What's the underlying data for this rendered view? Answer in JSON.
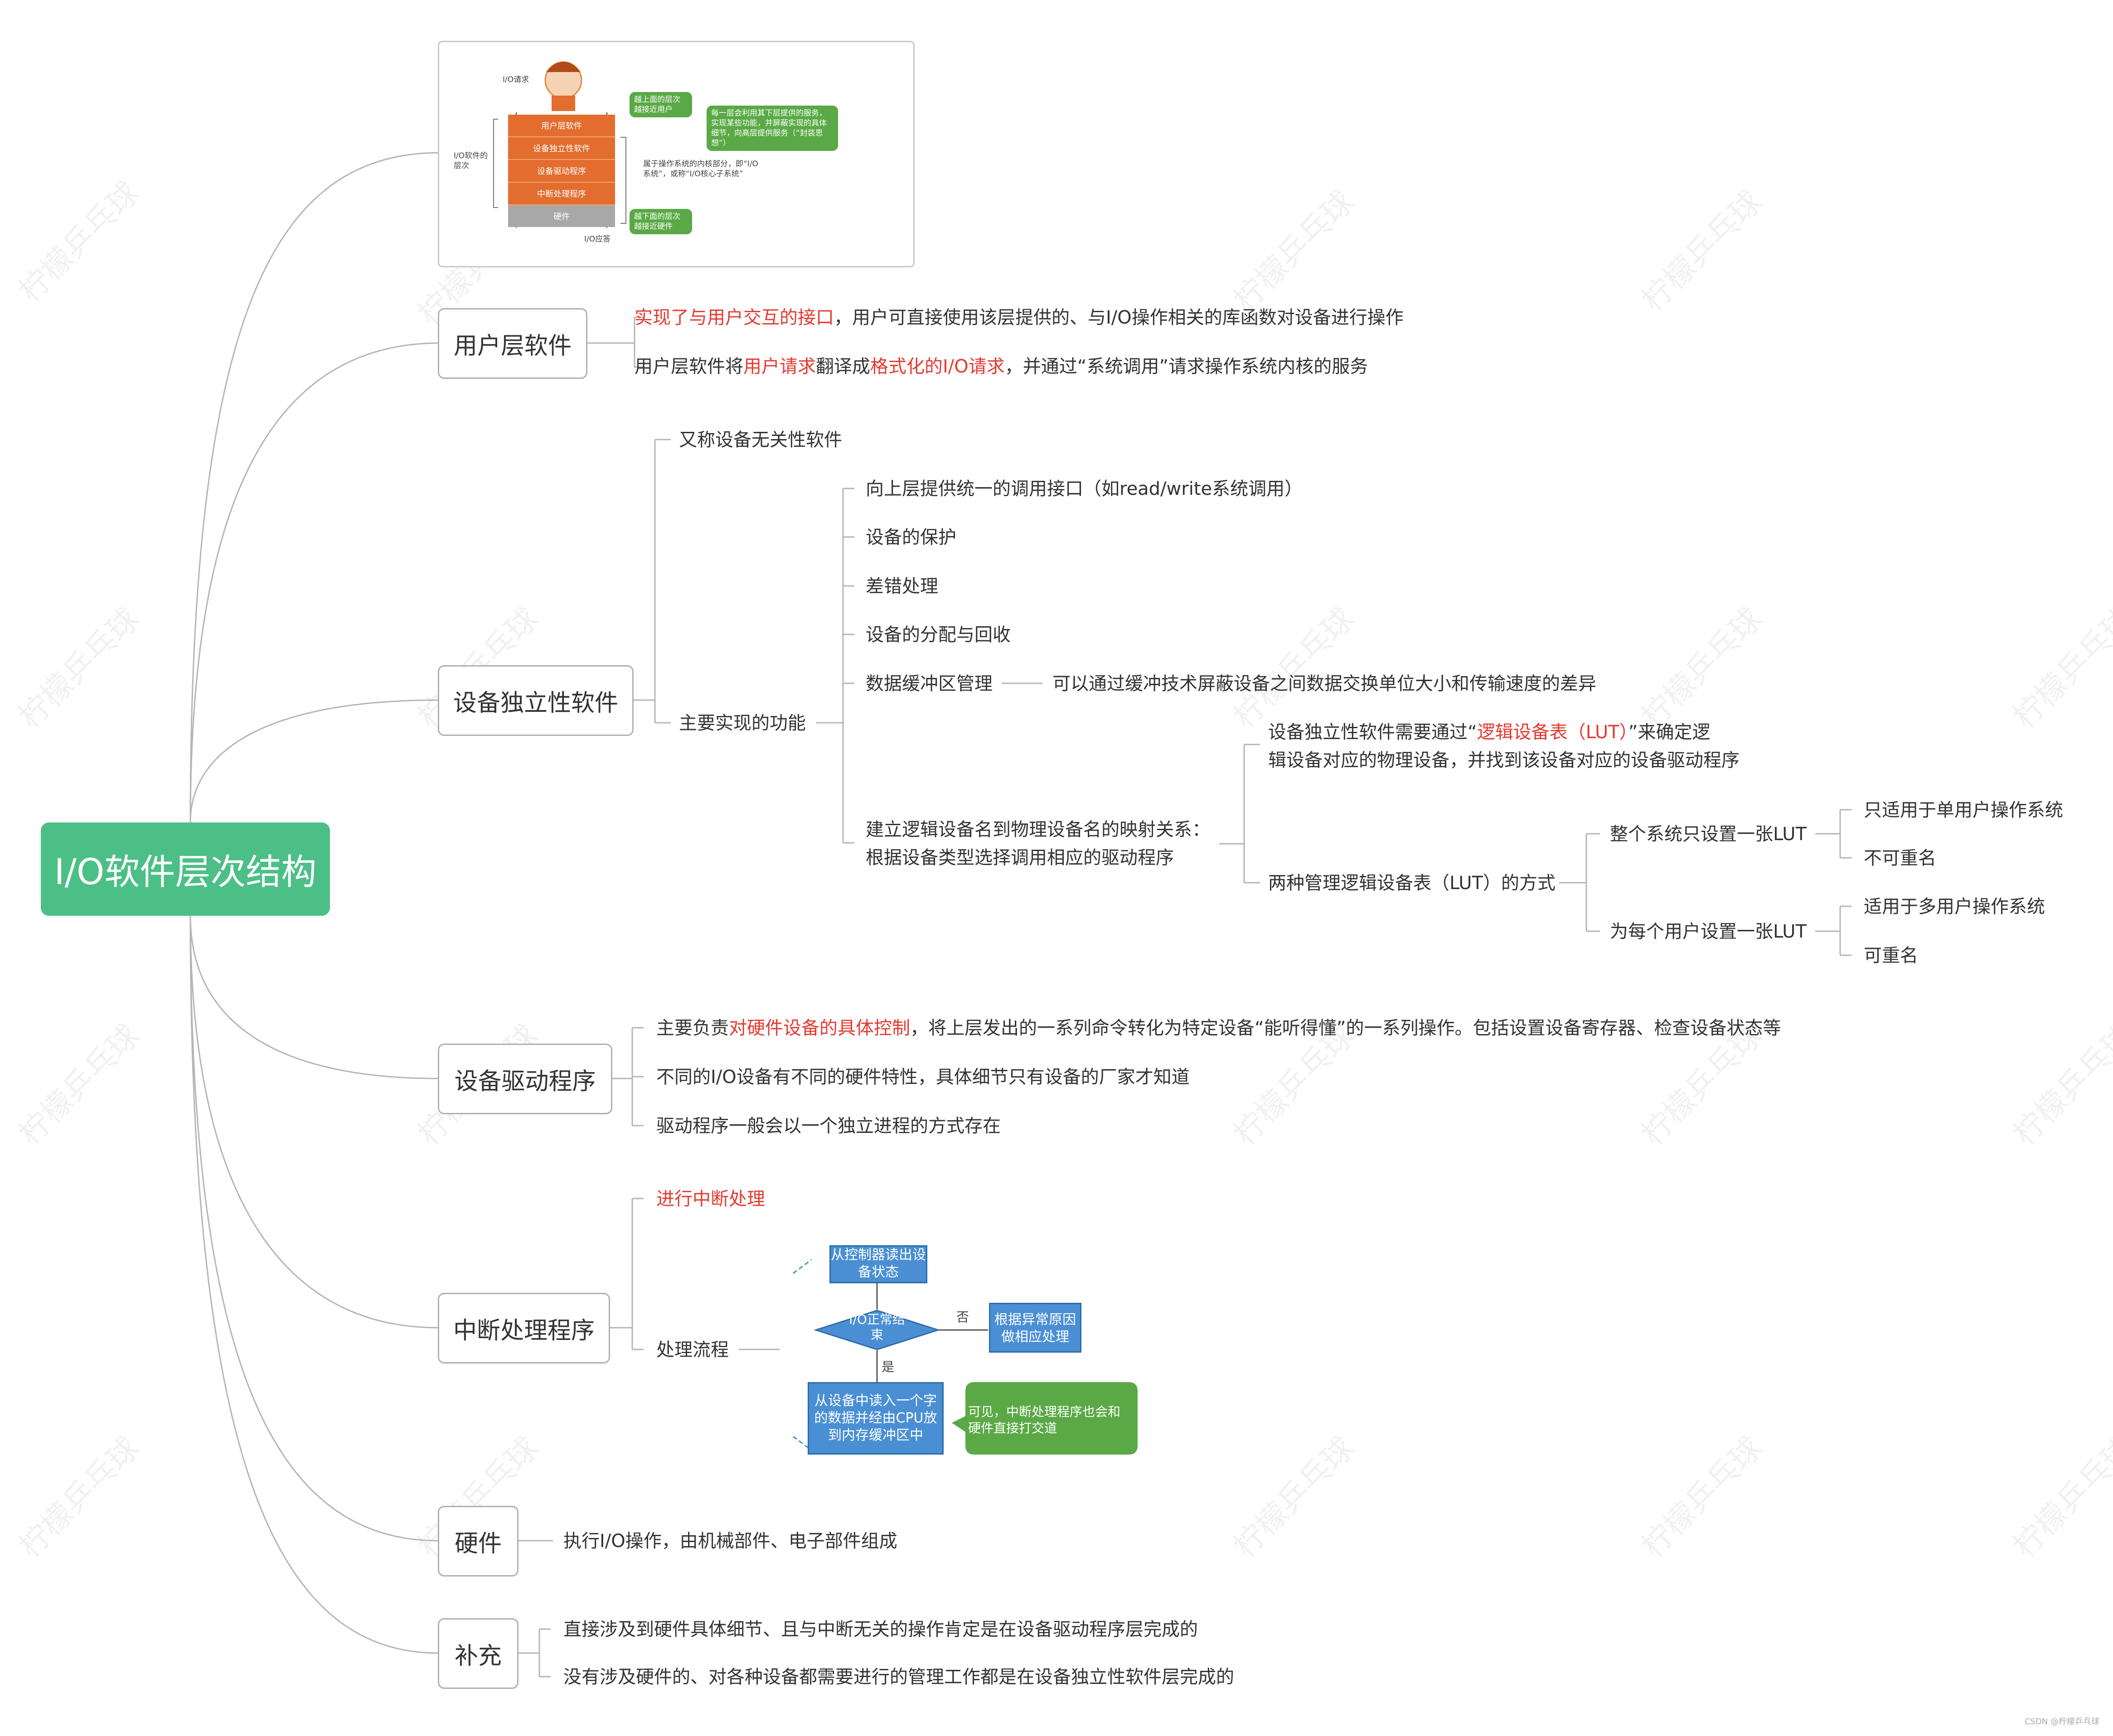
{
  "root": {
    "title": "I/O软件层次结构"
  },
  "image_card": {
    "io_request": "I/O请求",
    "io_response": "I/O应答",
    "left_label": "I/O软件的层次",
    "layers": [
      "用户层软件",
      "设备独立性软件",
      "设备驱动程序",
      "中断处理程序",
      "硬件"
    ],
    "bubble_top": "越上面的层次越接近用户",
    "bubble_mid": "每一层会利用其下层提供的服务，实现某些功能，并屏蔽实现的具体细节，向高层提供服务（“封装思想”）",
    "bubble_bottom": "越下面的层次越接近硬件",
    "kernel_note": "属于操作系统的内核部分，即“I/O系统”，或称“I/O核心子系统”"
  },
  "user_layer": {
    "title": "用户层软件",
    "item1": {
      "red": "实现了与用户交互的接口",
      "rest": "，用户可直接使用该层提供的、与I/O操作相关的库函数对设备进行操作"
    },
    "item2": {
      "a": "用户层软件将",
      "red1": "用户请求",
      "b": "翻译成",
      "red2": "格式化的I/O请求",
      "c": "，并通过“系统调用”请求操作系统内核的服务"
    }
  },
  "device_independent": {
    "title": "设备独立性软件",
    "alias": "又称设备无关性软件",
    "functions_label": "主要实现的功能",
    "functions": [
      "向上层提供统一的调用接口（如read/write系统调用）",
      "设备的保护",
      "差错处理",
      "设备的分配与回收",
      "数据缓冲区管理"
    ],
    "buffer_note": "可以通过缓冲技术屏蔽设备之间数据交换单位大小和传输速度的差异",
    "mapping_line1": "建立逻辑设备名到物理设备名的映射关系：",
    "mapping_line2": "根据设备类型选择调用相应的驱动程序",
    "lut_line1_a": "设备独立性软件需要通过“",
    "lut_line1_red": "逻辑设备表（LUT）",
    "lut_line1_b": "”来确定逻",
    "lut_line2": "辑设备对应的物理设备，并找到该设备对应的设备驱动程序",
    "lut_methods": "两种管理逻辑设备表（LUT）的方式",
    "method1": "整个系统只设置一张LUT",
    "method1_a": "只适用于单用户操作系统",
    "method1_b": "不可重名",
    "method2": "为每个用户设置一张LUT",
    "method2_a": "适用于多用户操作系统",
    "method2_b": "可重名"
  },
  "driver": {
    "title": "设备驱动程序",
    "item1_a": "主要负责",
    "item1_red": "对硬件设备的具体控制",
    "item1_b": "，将上层发出的一系列命令转化为特定设备“能听得懂”的一系列操作。包括设置设备寄存器、检查设备状态等",
    "item2": "不同的I/O设备有不同的硬件特性，具体细节只有设备的厂家才知道",
    "item3": "驱动程序一般会以一个独立进程的方式存在"
  },
  "interrupt": {
    "title": "中断处理程序",
    "item1": "进行中断处理",
    "flow_label": "处理流程",
    "flow": {
      "box1": "从控制器读出设备状态",
      "diamond": "I/O正常结束",
      "no": "否",
      "yes": "是",
      "box_no": "根据异常原因做相应处理",
      "box_yes": "从设备中读入一个字的数据并经由CPU放到内存缓冲区中",
      "note": "可见，中断处理程序也会和硬件直接打交道"
    }
  },
  "hardware": {
    "title": "硬件",
    "item1": "执行I/O操作，由机械部件、电子部件组成"
  },
  "supplement": {
    "title": "补充",
    "item1": "直接涉及到硬件具体细节、且与中断无关的操作肯定是在设备驱动程序层完成的",
    "item2": "没有涉及硬件的、对各种设备都需要进行的管理工作都是在设备独立性软件层完成的"
  },
  "watermark": "柠檬乒乓球",
  "credit": "CSDN @柠檬乒乓球",
  "colors": {
    "root": "#4cbf87",
    "accent_red": "#e43a30",
    "layer_orange": "#e26d2e",
    "bubble_green": "#5aa946",
    "flow_blue": "#4a8fd4"
  }
}
